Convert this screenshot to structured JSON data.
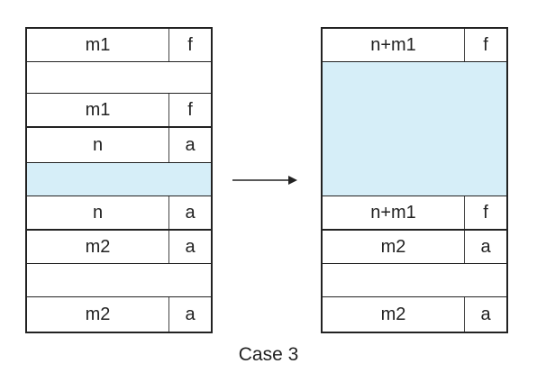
{
  "caption": "Case 3",
  "left_block": {
    "rows": [
      {
        "kind": "header",
        "size": "m1",
        "tag": "f"
      },
      {
        "kind": "empty"
      },
      {
        "kind": "footer",
        "size": "m1",
        "tag": "f"
      },
      {
        "kind": "header",
        "size": "n",
        "tag": "a"
      },
      {
        "kind": "free"
      },
      {
        "kind": "footer",
        "size": "n",
        "tag": "a"
      },
      {
        "kind": "header",
        "size": "m2",
        "tag": "a"
      },
      {
        "kind": "empty"
      },
      {
        "kind": "footer",
        "size": "m2",
        "tag": "a"
      }
    ]
  },
  "right_block": {
    "rows": [
      {
        "kind": "header",
        "size": "n+m1",
        "tag": "f"
      },
      {
        "kind": "free"
      },
      {
        "kind": "footer",
        "size": "n+m1",
        "tag": "f"
      },
      {
        "kind": "header",
        "size": "m2",
        "tag": "a"
      },
      {
        "kind": "empty"
      },
      {
        "kind": "footer",
        "size": "m2",
        "tag": "a"
      }
    ]
  },
  "colors": {
    "free": "#d6eef8",
    "line": "#222222"
  }
}
